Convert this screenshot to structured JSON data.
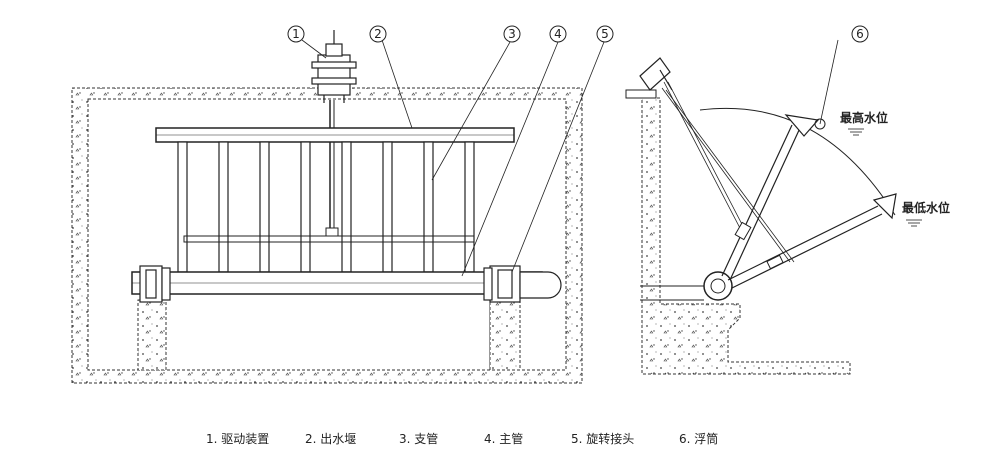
{
  "callouts": [
    "1",
    "2",
    "3",
    "4",
    "5",
    "6"
  ],
  "water_levels": {
    "highest": "最高水位",
    "lowest": "最低水位"
  },
  "legend": [
    "1. 驱动装置",
    "2. 出水堰",
    "3. 支管",
    "4. 主管",
    "5. 旋转接头",
    "6. 浮筒"
  ]
}
